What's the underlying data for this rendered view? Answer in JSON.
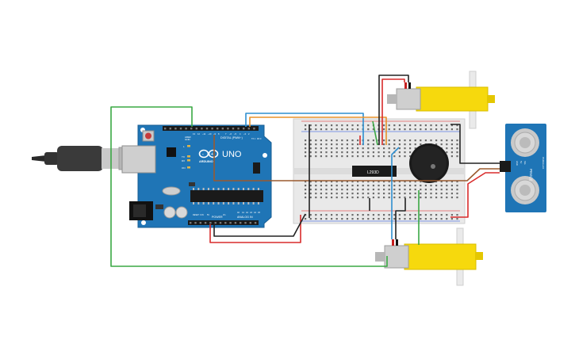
{
  "arduino": {
    "logo": "UNO",
    "brand": "ARDUINO",
    "digital_header": "DIGITAL (PWM~)",
    "power_header": "POWER",
    "analog_header": "ANALOG IN",
    "aref": "AREF",
    "gnd": "GND",
    "tx": "TX",
    "rx": "RX",
    "led_l": "L",
    "on": "ON",
    "reset": "RESET",
    "v33": "3.3V",
    "v5": "5V",
    "vin": "Vin",
    "pin_a0": "A0",
    "pin_a1": "A1",
    "pin_a2": "A2",
    "pin_a3": "A3",
    "pin_a4": "A4",
    "pin_a5": "A5",
    "pin_13": "13",
    "pin_12": "12",
    "pin_11": "~11",
    "pin_10": "~10",
    "pin_9": "~9",
    "pin_8": "8",
    "pin_7": "7",
    "pin_6": "~6",
    "pin_5": "~5",
    "pin_4": "4",
    "pin_3": "~3",
    "pin_2": "2",
    "pin_1": "TX 1",
    "pin_0": "RX 0"
  },
  "ic": {
    "label": "L293D"
  },
  "sensor": {
    "label": "PING)))",
    "sub": "PARALLAX",
    "pin_gnd": "GND",
    "pin_5v": "5V",
    "pin_sig": "SIG"
  },
  "colors": {
    "board": "#1f75b6",
    "wire_green": "#3aa844",
    "wire_orange": "#e8922a",
    "wire_blue": "#2f8fd0",
    "wire_red": "#d92b2b",
    "wire_black": "#222222",
    "wire_brown": "#9a5a2f",
    "motor_yellow": "#f6d90d"
  }
}
